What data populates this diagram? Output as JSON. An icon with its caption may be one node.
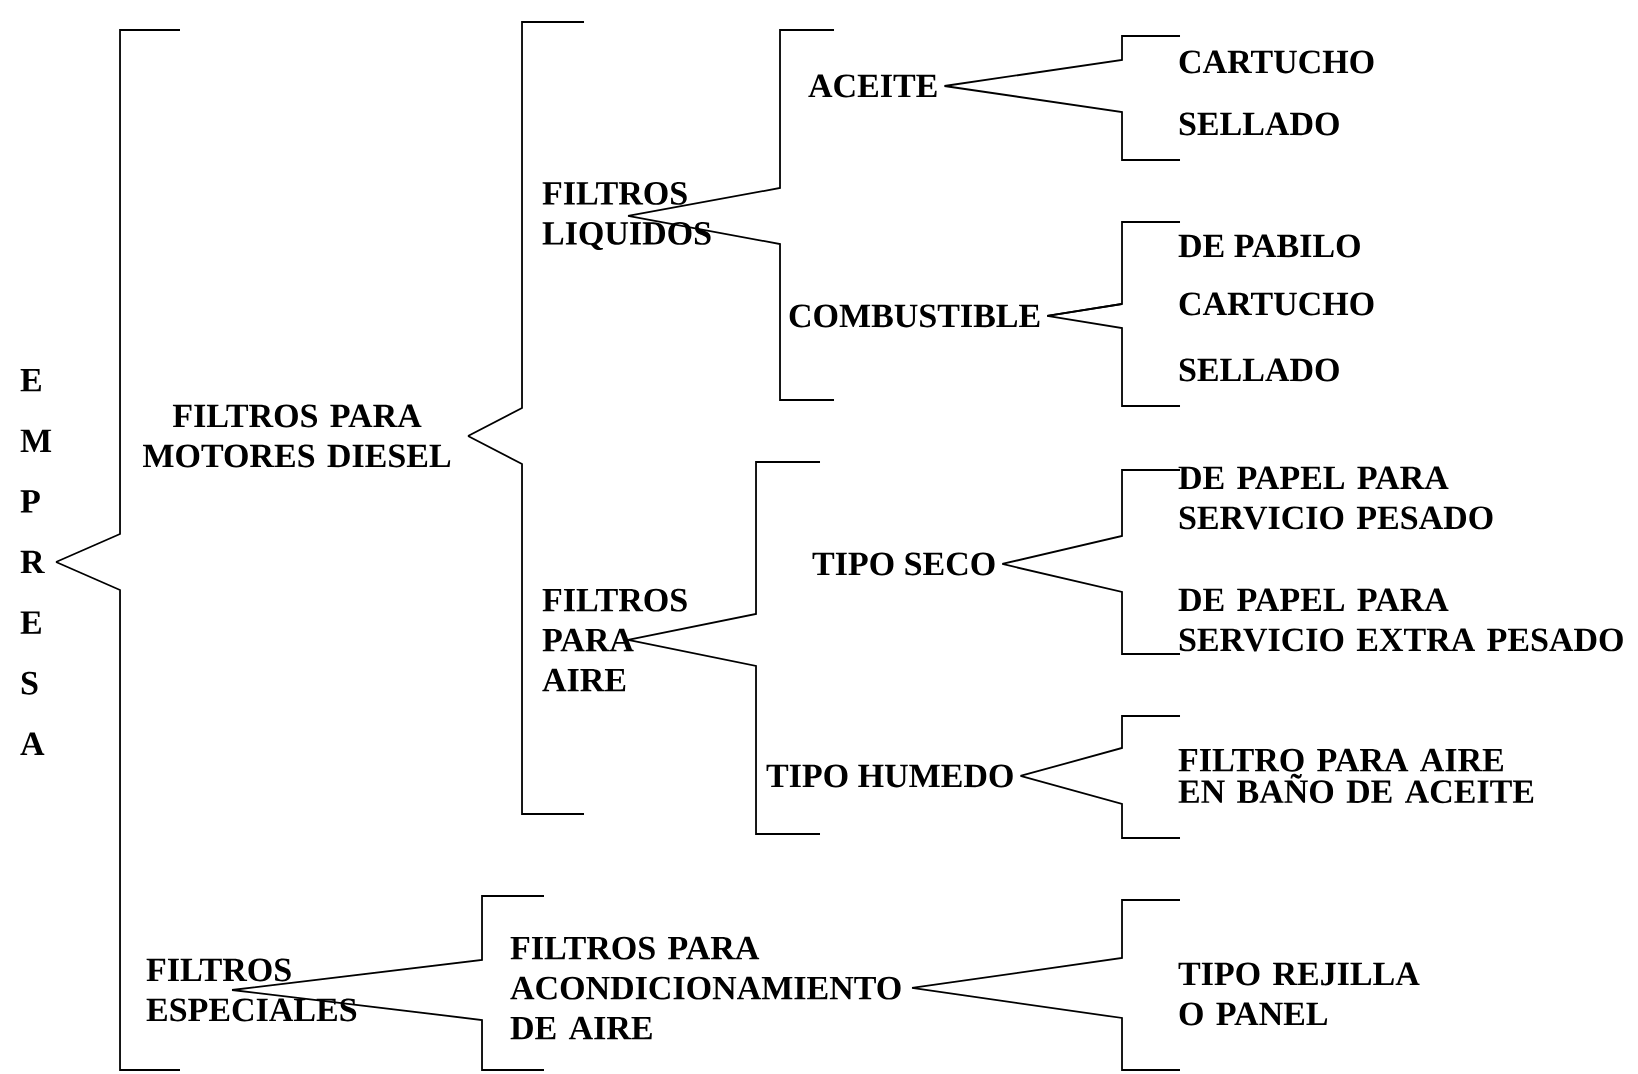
{
  "diagram": {
    "nodes": [
      {
        "text": [
          "E M P R E S A"
        ]
      },
      {
        "text": [
          "FILTROS PARA MOTORES DIESEL"
        ]
      },
      {
        "text": [
          "FILTROS LIQUIDOS"
        ]
      },
      {
        "text": [
          "ACEITE"
        ]
      },
      {
        "text": [
          "CARTUCHO"
        ]
      },
      {
        "text": [
          "SELLADO"
        ]
      },
      {
        "text": [
          "COMBUSTIBLE"
        ]
      },
      {
        "text": [
          "DE PABILO"
        ]
      },
      {
        "text": [
          "CARTUCHO"
        ]
      },
      {
        "text": [
          "SELLADO"
        ]
      },
      {
        "text": [
          "FILTROS PARA AIRE"
        ]
      },
      {
        "text": [
          "TIPO SECO"
        ]
      },
      {
        "text": [
          "DE PAPEL PARA SERVICIO PESADO"
        ]
      },
      {
        "text": [
          "DE PAPEL PARA SERVICIO EXTRA PESADO"
        ]
      },
      {
        "text": [
          "TIPO HUMEDO"
        ]
      },
      {
        "text": [
          "FILTRO PARA AIRE EN BAÑO DE ACEITE"
        ]
      },
      {
        "text": [
          "FILTROS ESPECIALES"
        ]
      },
      {
        "text": [
          "FILTROS PARA ACONDICIONAMIENTO DE AIRE"
        ]
      },
      {
        "text": [
          "TIPO REJILLA O PANEL"
        ]
      }
    ],
    "edges": [
      {
        "from": 0,
        "to": 1,
        "arrow": "none"
      },
      {
        "from": 0,
        "to": 16,
        "arrow": "none"
      },
      {
        "from": 1,
        "to": 2,
        "arrow": "none"
      },
      {
        "from": 1,
        "to": 10,
        "arrow": "none"
      },
      {
        "from": 2,
        "to": 3,
        "arrow": "none"
      },
      {
        "from": 2,
        "to": 6,
        "arrow": "none"
      },
      {
        "from": 3,
        "to": 4,
        "arrow": "none"
      },
      {
        "from": 3,
        "to": 5,
        "arrow": "none"
      },
      {
        "from": 6,
        "to": 7,
        "arrow": "none"
      },
      {
        "from": 6,
        "to": 8,
        "arrow": "none"
      },
      {
        "from": 6,
        "to": 9,
        "arrow": "none"
      },
      {
        "from": 10,
        "to": 11,
        "arrow": "none"
      },
      {
        "from": 10,
        "to": 14,
        "arrow": "none"
      },
      {
        "from": 11,
        "to": 12,
        "arrow": "none"
      },
      {
        "from": 11,
        "to": 13,
        "arrow": "none"
      },
      {
        "from": 14,
        "to": 15,
        "arrow": "none"
      },
      {
        "from": 16,
        "to": 17,
        "arrow": "none"
      },
      {
        "from": 17,
        "to": 18,
        "arrow": "none"
      }
    ]
  }
}
